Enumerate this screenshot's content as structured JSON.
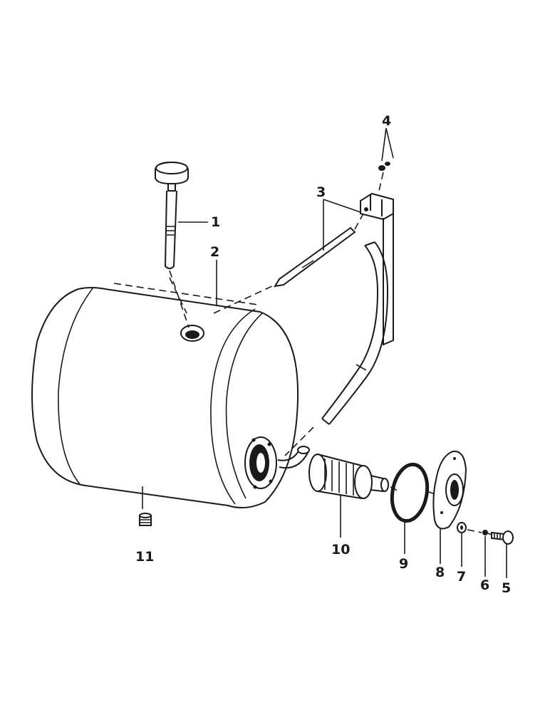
{
  "diagram": {
    "type": "exploded parts view",
    "callouts": [
      "1",
      "2",
      "3",
      "4",
      "5",
      "6",
      "7",
      "8",
      "9",
      "10",
      "11"
    ],
    "parts": [
      {
        "id": "dipstick",
        "callout": "1"
      },
      {
        "id": "tank",
        "callout": "2"
      },
      {
        "id": "strap-and-hose-assembly",
        "callout": "3"
      },
      {
        "id": "nut",
        "callout": "4"
      },
      {
        "id": "bolt",
        "callout": "5"
      },
      {
        "id": "washer-small",
        "callout": "6"
      },
      {
        "id": "washer",
        "callout": "7"
      },
      {
        "id": "cover-plate",
        "callout": "8"
      },
      {
        "id": "gasket",
        "callout": "9"
      },
      {
        "id": "filter-element",
        "callout": "10"
      },
      {
        "id": "drain-plug",
        "callout": "11"
      }
    ]
  }
}
